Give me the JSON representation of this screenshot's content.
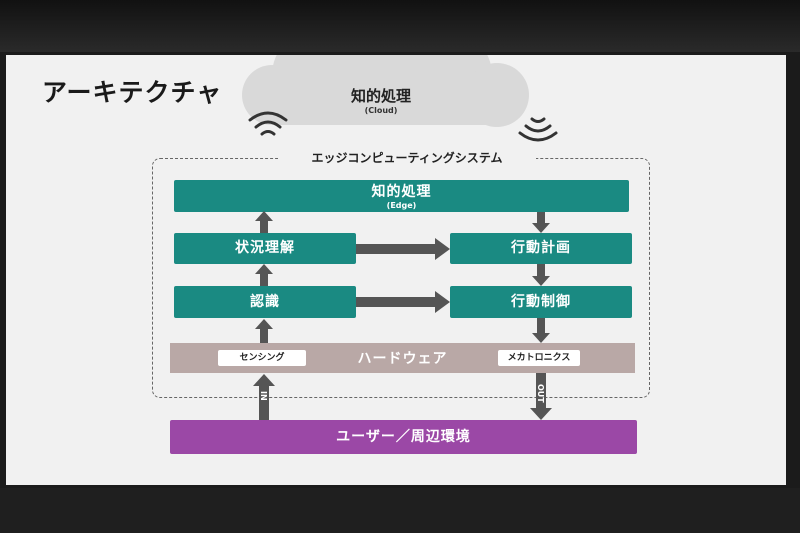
{
  "title": "アーキテクチャ",
  "cloud": {
    "title": "知的処理",
    "subtitle": "(Cloud)"
  },
  "edge_system": {
    "label": "エッジコンピューティングシステム"
  },
  "edge_processing": {
    "title": "知的処理",
    "subtitle": "(Edge)"
  },
  "left_column": {
    "situation": "状況理解",
    "recognition": "認識"
  },
  "right_column": {
    "planning": "行動計画",
    "control": "行動制御"
  },
  "hardware": {
    "label": "ハードウェア",
    "sensing": "センシング",
    "mechatronics": "メカトロニクス"
  },
  "io": {
    "in": "IN",
    "out": "OUT"
  },
  "user_env": "ユーザー／周辺環境",
  "colors": {
    "teal": "#1a8a82",
    "purple": "#9b48a6",
    "hardware": "#b9a8a6",
    "arrow": "#555555"
  }
}
